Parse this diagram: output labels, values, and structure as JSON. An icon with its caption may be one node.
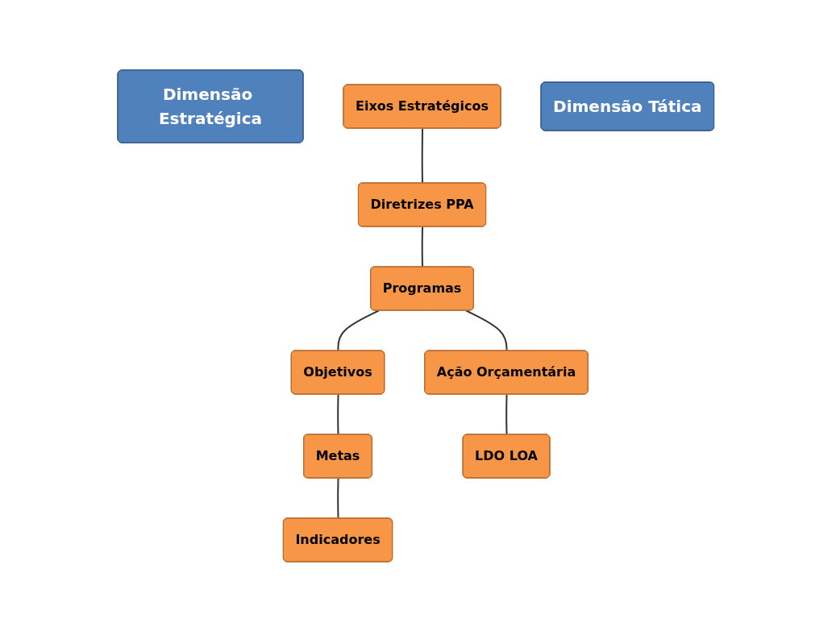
{
  "diagram": {
    "nodes": [
      {
        "text": [
          "Dimensão Estratégica"
        ]
      },
      {
        "text": [
          "Eixos Estratégicos"
        ]
      },
      {
        "text": [
          "Diretrizes PPA"
        ]
      },
      {
        "text": [
          "Dimensão Tática"
        ]
      },
      {
        "text": [
          "Programas"
        ]
      },
      {
        "text": [
          "Objetivos"
        ]
      },
      {
        "text": [
          "Metas"
        ]
      },
      {
        "text": [
          "Indicadores"
        ]
      },
      {
        "text": [
          "Ação Orçamentária"
        ]
      },
      {
        "text": [
          "LDO LOA"
        ]
      }
    ],
    "edges": [
      {
        "from": 1,
        "to": 2,
        "arrow": "none"
      },
      {
        "from": 2,
        "to": 4,
        "arrow": "none"
      },
      {
        "from": 4,
        "to": 5,
        "arrow": "none"
      },
      {
        "from": 5,
        "to": 6,
        "arrow": "none"
      },
      {
        "from": 6,
        "to": 7,
        "arrow": "none"
      },
      {
        "from": 4,
        "to": 8,
        "arrow": "none"
      },
      {
        "from": 8,
        "to": 9,
        "arrow": "none"
      }
    ]
  }
}
